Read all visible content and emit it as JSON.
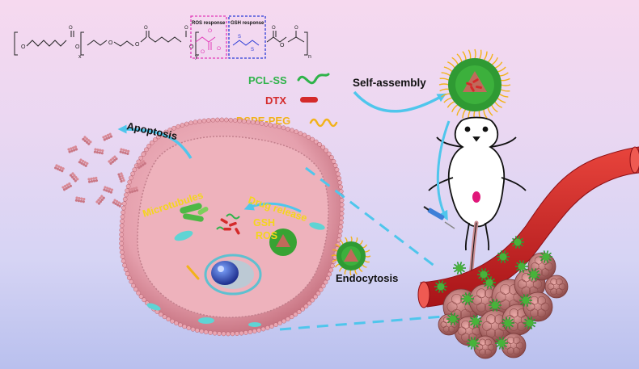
{
  "formula": {
    "ros_label": "ROS response",
    "gsh_label": "GSH response",
    "subscript_x": "x",
    "subscript_y": "y",
    "subscript_n": "n"
  },
  "legend": {
    "pcl_ss": "PCL-SS",
    "dtx": "DTX",
    "dspe_peg": "DSPE-PEG"
  },
  "process": {
    "self_assembly": "Self-assembly",
    "apoptosis": "Apoptosis",
    "microtubules": "Microtubules",
    "drug_release": "Drug release",
    "gsh": "GSH",
    "ros": "ROS",
    "endocytosis": "Endocytosis"
  },
  "colors": {
    "pcl_ss": "#2fb34a",
    "dtx": "#d42a2a",
    "dspe_peg": "#f2b21a",
    "cell": "#e7a1ad",
    "vessel": "#d8262b",
    "arrow": "#4fc6ec",
    "ros_box": "#e23ab8",
    "gsh_box": "#2b3bd6"
  }
}
